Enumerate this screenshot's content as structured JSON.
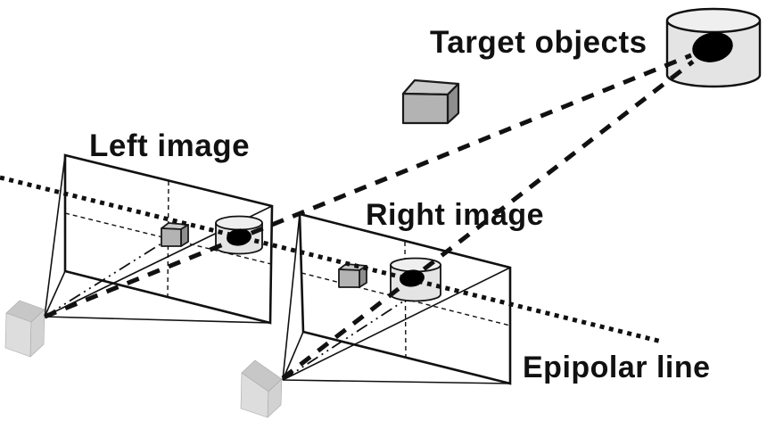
{
  "figure": {
    "kind": "stereo-vision epipolar geometry diagram",
    "background": "#ffffff",
    "ink": "#111111"
  },
  "labels": {
    "target_objects": "Target objects",
    "left_image": "Left image",
    "right_image": "Right image",
    "epipolar_line": "Epipolar line"
  },
  "colors": {
    "plane_fill": "#ffffff",
    "line": "#111111",
    "cylinder_body": "#e4e4e4",
    "cylinder_top": "#efefef",
    "cube_front": "#b3b3b3",
    "cube_top": "#cbcbcb",
    "cube_side": "#8e8e8e",
    "camera_front": "#dddddd",
    "camera_top": "#c7c7c7",
    "camera_side": "#d2d2d2",
    "blob": "#000000"
  },
  "scene": {
    "target_objects": [
      "gray cube",
      "large cylinder with black blob"
    ],
    "image_planes": [
      "left image plane with projected cube and cylinder",
      "right image plane with projected cube and cylinder"
    ],
    "cameras": [
      "left camera box",
      "right camera box"
    ],
    "line_types": [
      "thick dashed projection rays",
      "thick dotted epipolar line",
      "thin dashed image midlines",
      "dash-dot optical axes",
      "thin solid frustum lines"
    ]
  }
}
